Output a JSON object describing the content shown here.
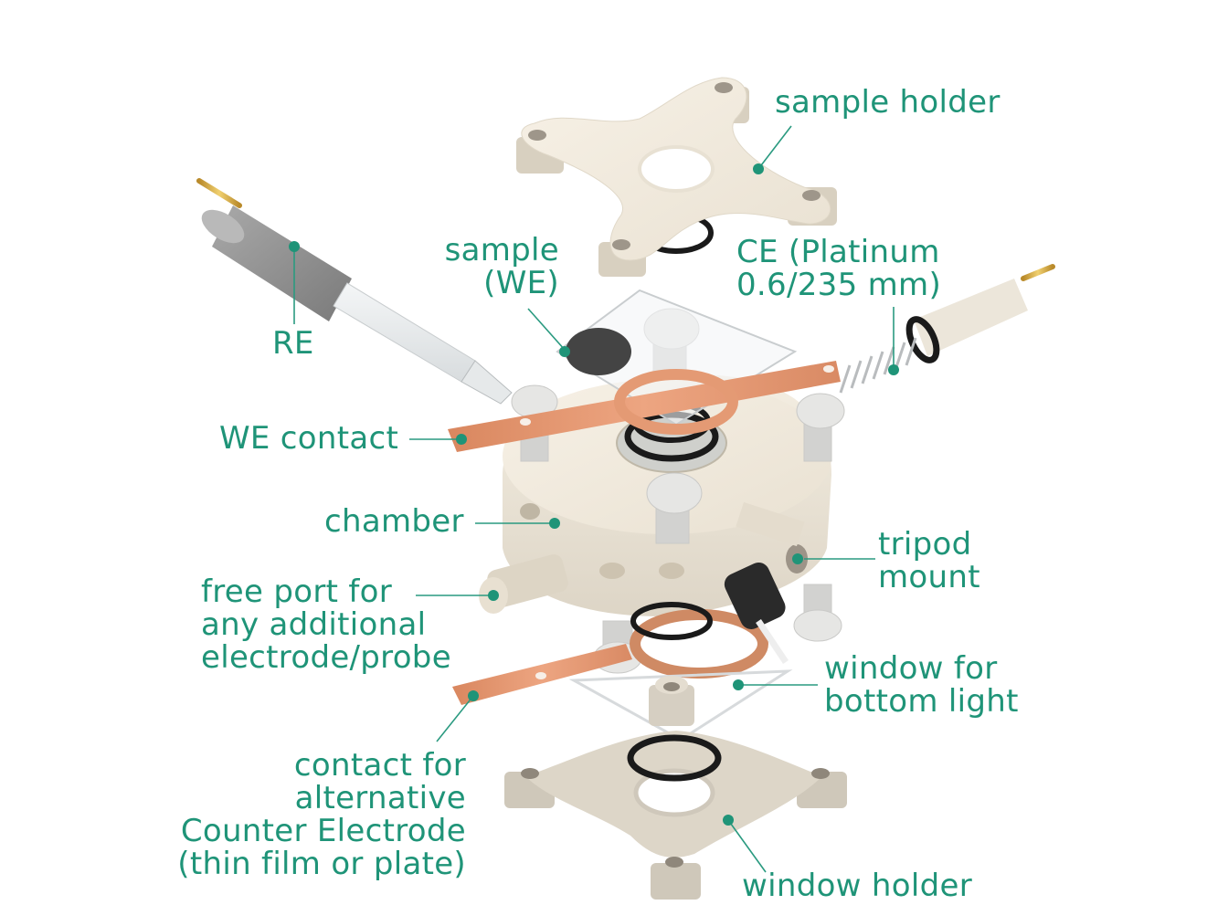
{
  "diagram": {
    "type": "exploded-view",
    "subject": "spectro-electrochemical cell",
    "accent_color": "#1f9478",
    "leader_color": "#2a9a80",
    "components": {
      "sample_holder": "sample holder",
      "sample_we": "sample\n(WE)",
      "ce": "CE (Platinum\n0.6/235 mm)",
      "re": "RE",
      "we_contact": "WE contact",
      "chamber": "chamber",
      "tripod_mount": "tripod\nmount",
      "free_port": "free port for\nany additional\nelectrode/probe",
      "window": "window for\nbottom light",
      "alt_ce_contact": "contact for\nalternative\nCounter Electrode\n(thin film or plate)",
      "window_holder": "window holder"
    }
  }
}
